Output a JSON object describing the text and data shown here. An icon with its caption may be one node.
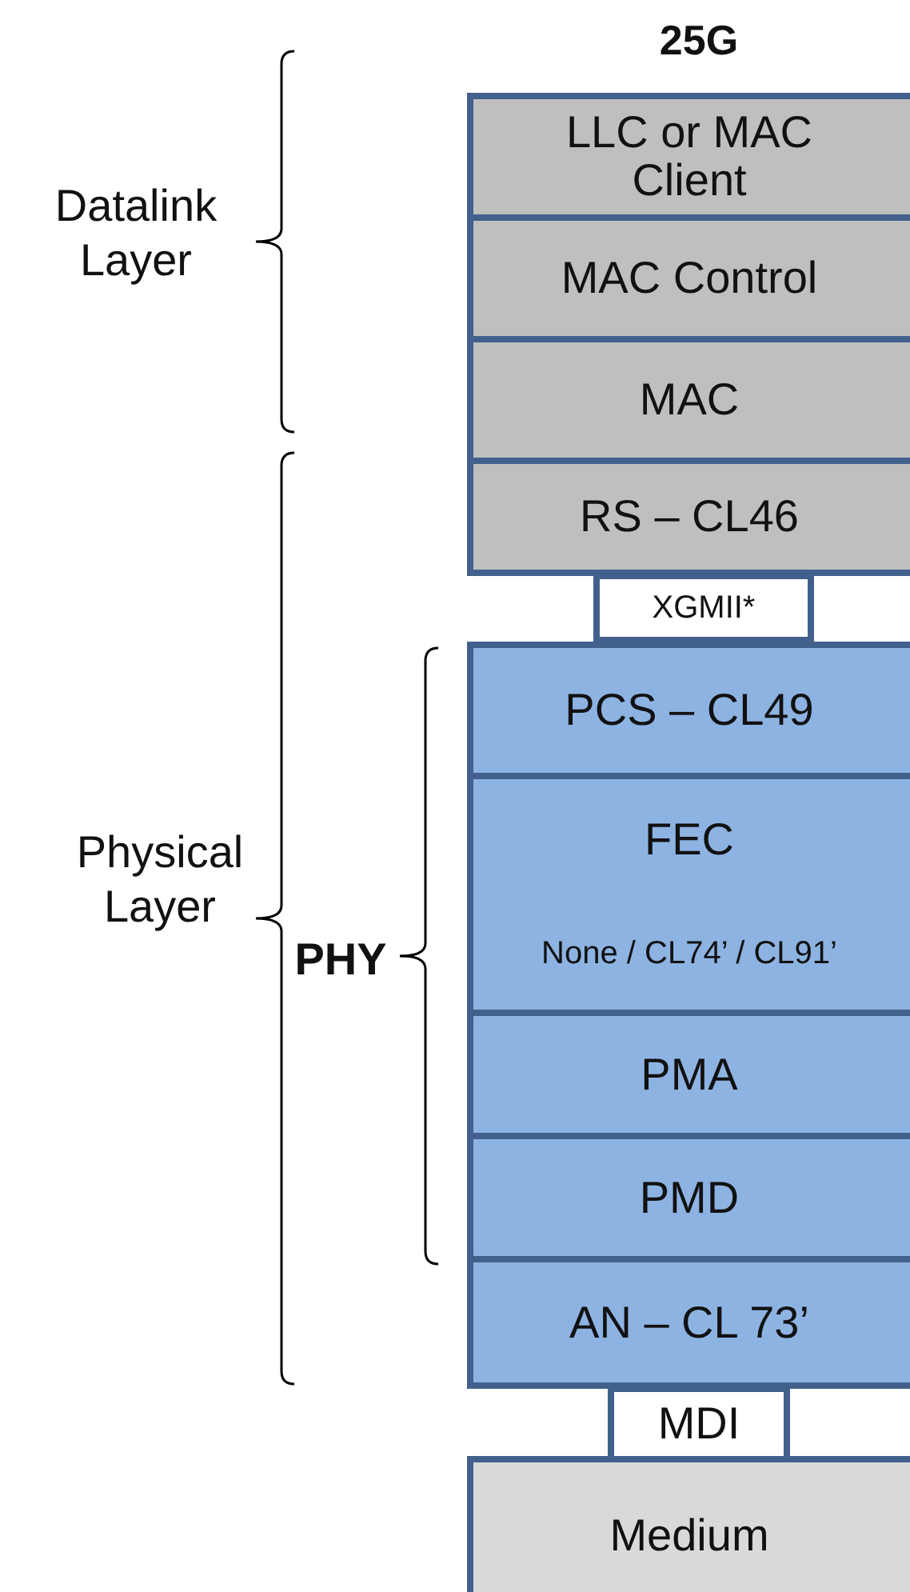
{
  "diagram": {
    "title": "25G",
    "nodes": [
      {
        "text": [
          "LLC or MAC Client"
        ]
      },
      {
        "text": [
          "MAC Control"
        ]
      },
      {
        "text": [
          "MAC"
        ]
      },
      {
        "text": [
          "RS – CL46"
        ]
      },
      {
        "text": [
          "XGMII*"
        ]
      },
      {
        "text": [
          "PCS – CL49"
        ]
      },
      {
        "text": [
          "FEC",
          "None / CL74’ / CL91’"
        ]
      },
      {
        "text": [
          "PMA"
        ]
      },
      {
        "text": [
          "PMD"
        ]
      },
      {
        "text": [
          "AN – CL 73’"
        ]
      },
      {
        "text": [
          "MDI"
        ]
      },
      {
        "text": [
          "Medium"
        ]
      }
    ],
    "labels": [
      "Datalink Layer",
      "Physical Layer",
      "PHY"
    ]
  }
}
